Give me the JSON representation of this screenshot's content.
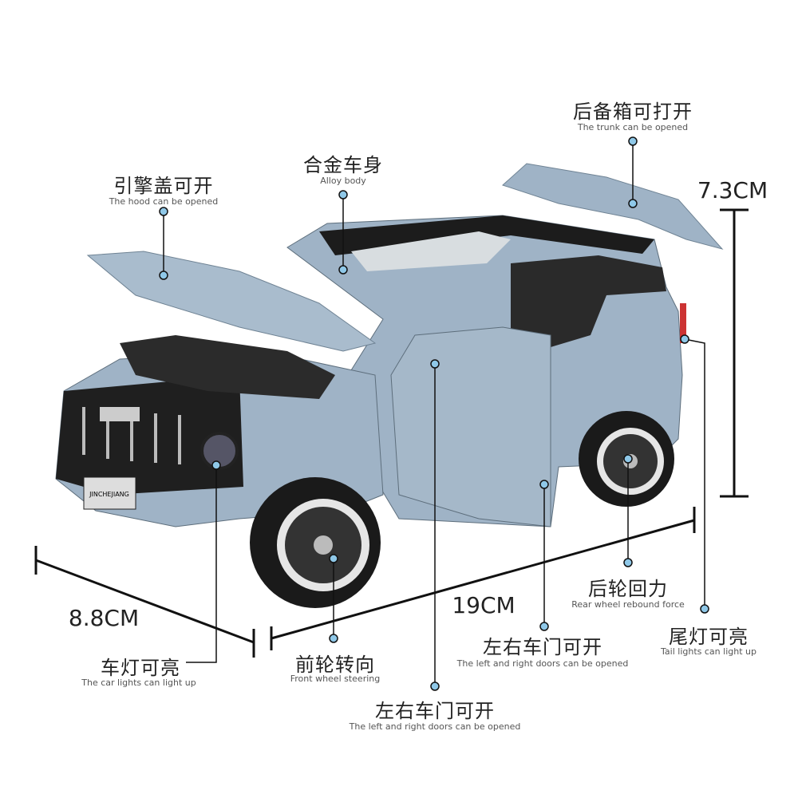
{
  "callouts": {
    "trunk": {
      "cn": "后备箱可打开",
      "en": "The trunk can be opened"
    },
    "body": {
      "cn": "合金车身",
      "en": "Alloy body"
    },
    "hood": {
      "cn": "引擎盖可开",
      "en": "The hood can be opened"
    },
    "tail_lights": {
      "cn": "尾灯可亮",
      "en": "Tail lights can light up"
    },
    "rear_wheel": {
      "cn": "后轮回力",
      "en": "Rear wheel rebound force"
    },
    "doors_right": {
      "cn": "左右车门可开",
      "en": "The left and right doors can be opened"
    },
    "car_lights": {
      "cn": "车灯可亮",
      "en": "The car lights can light up"
    },
    "front_wheel": {
      "cn": "前轮转向",
      "en": "Front wheel steering"
    },
    "doors_center": {
      "cn": "左右车门可开",
      "en": "The left and right doors can be opened"
    }
  },
  "dimensions": {
    "height": "7.3CM",
    "length": "19CM",
    "width": "8.8CM"
  },
  "car": {
    "plate": "JINCHEJIANG",
    "body_color": "#9fb3c6",
    "dot_color": "#8fc8e8"
  }
}
